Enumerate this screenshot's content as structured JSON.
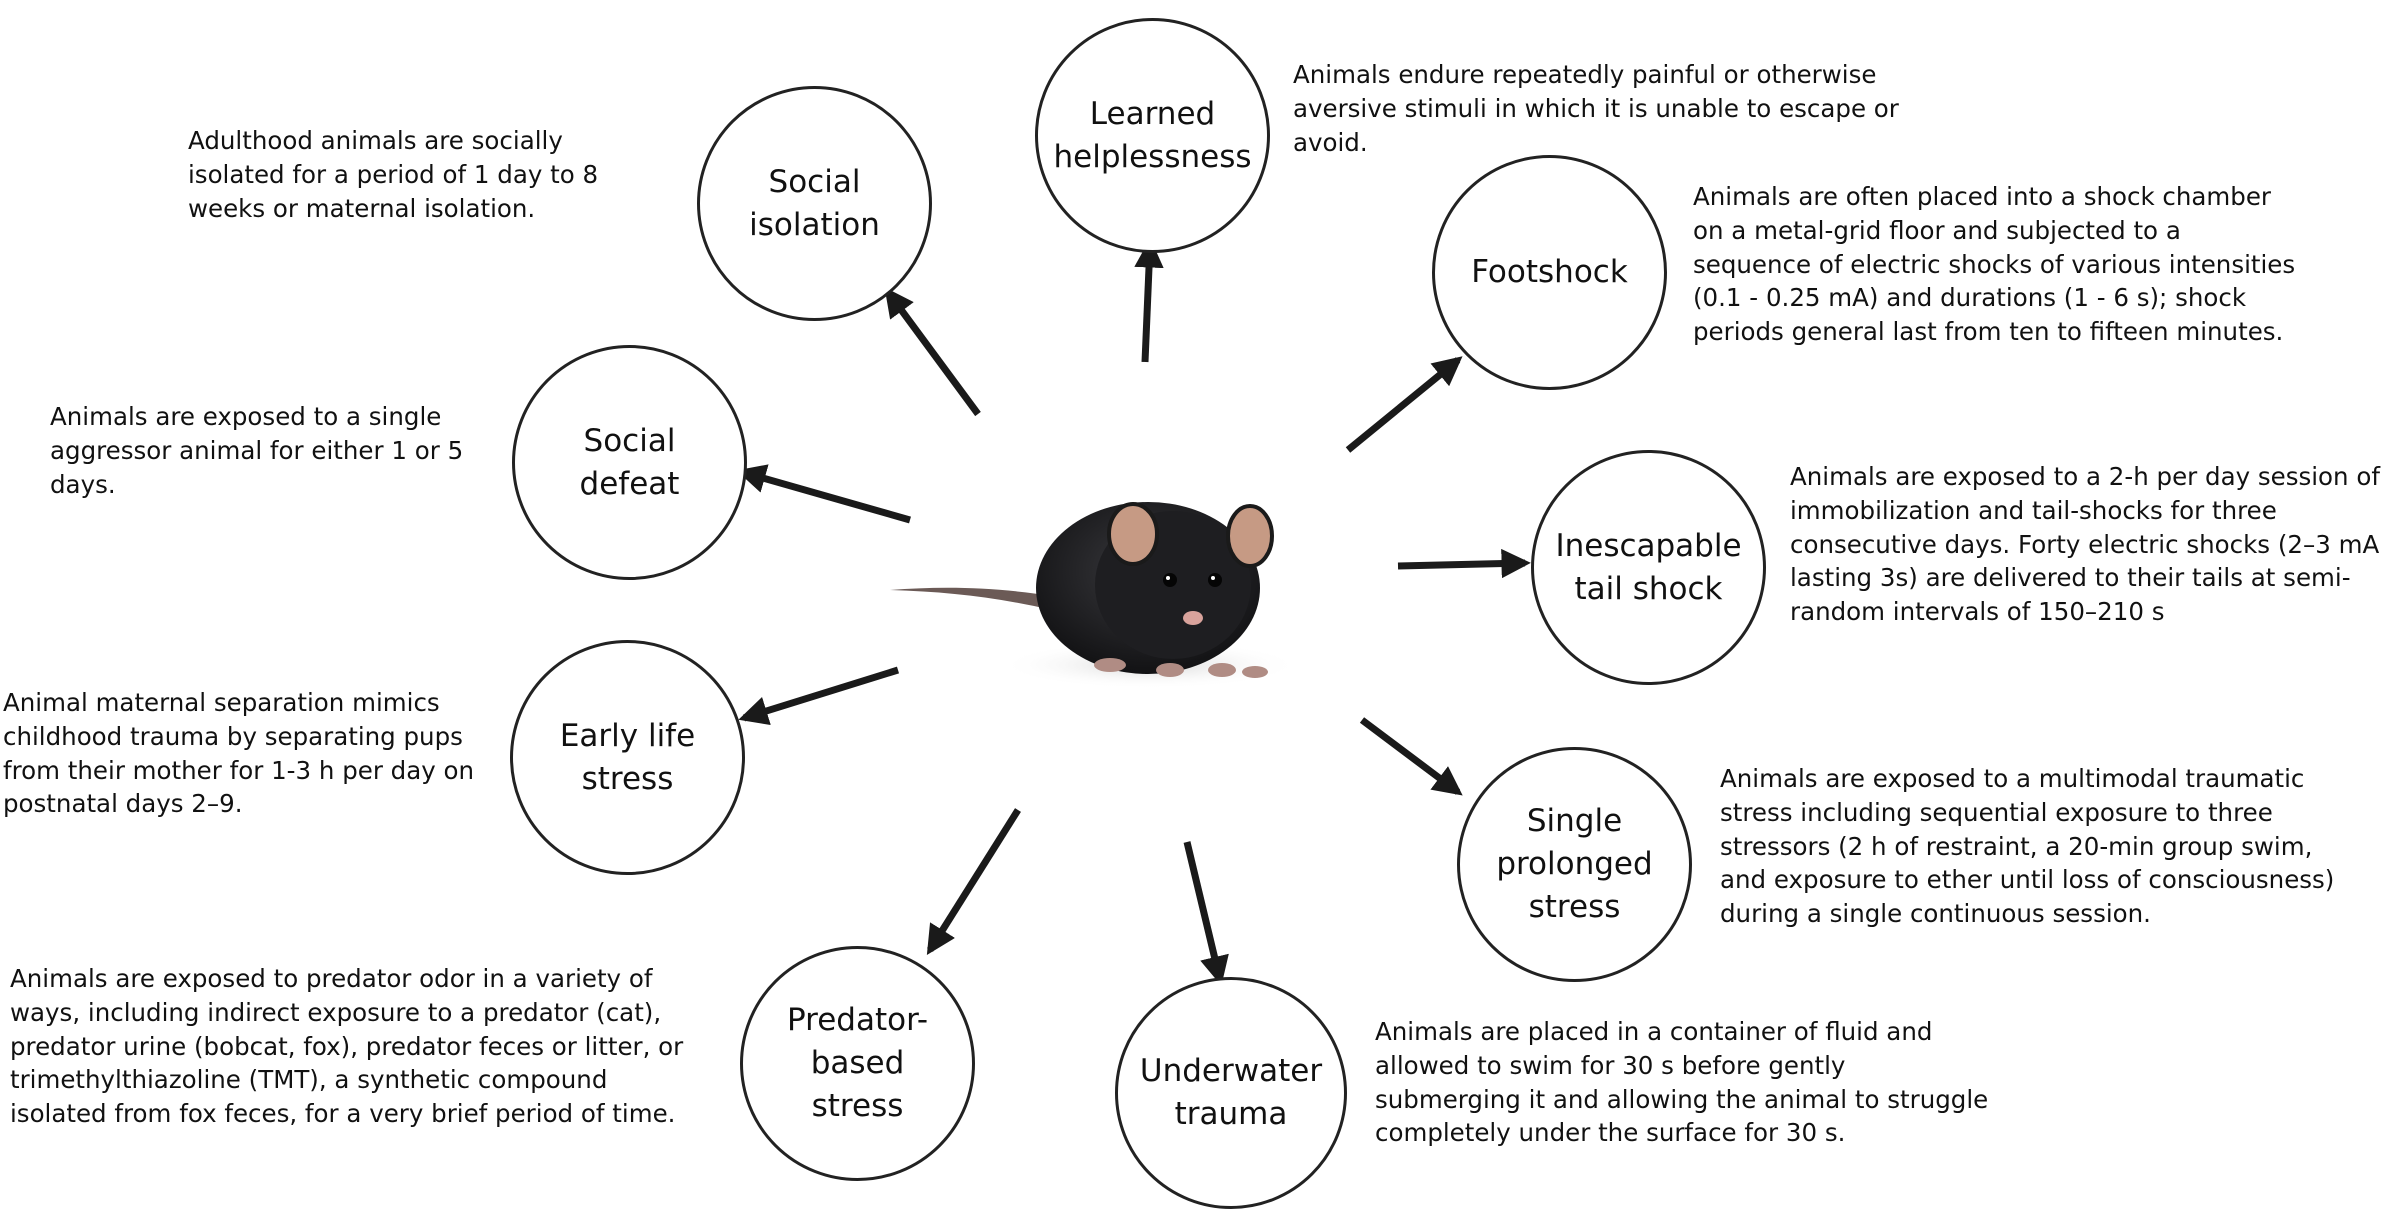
{
  "nodes": [
    {
      "id": "social-isolation",
      "label": "Social\nisolation",
      "description": "Adulthood animals are socially\nisolated for a period of 1 day to 8\nweeks or maternal isolation."
    },
    {
      "id": "learned-helplessness",
      "label": "Learned\nhelplessness",
      "description": "Animals endure repeatedly painful or otherwise\naversive stimuli in which it is unable to escape or\navoid."
    },
    {
      "id": "footshock",
      "label": "Footshock",
      "description": "Animals are often placed into a shock chamber\non a metal-grid floor and subjected to a\nsequence of electric shocks of various intensities\n(0.1 - 0.25 mA) and durations (1 - 6 s); shock\nperiods general last from ten to fifteen minutes."
    },
    {
      "id": "social-defeat",
      "label": "Social\ndefeat",
      "description": "Animals are exposed to a single\naggressor animal for either 1 or 5\ndays."
    },
    {
      "id": "inescapable-tail-shock",
      "label": "Inescapable\ntail shock",
      "description": "Animals are exposed to a 2-h per day session of\nimmobilization and tail-shocks for three\nconsecutive days. Forty electric shocks (2–3 mA\nlasting 3s) are delivered to their tails at semi-\nrandom intervals of 150–210 s"
    },
    {
      "id": "early-life-stress",
      "label": "Early life\nstress",
      "description": "Animal maternal separation mimics\nchildhood trauma by separating pups\nfrom their mother for 1-3 h per day on\npostnatal days 2–9."
    },
    {
      "id": "single-prolonged-stress",
      "label": "Single\nprolonged\nstress",
      "description": "Animals are exposed to a multimodal traumatic\nstress including sequential exposure to three\nstressors (2 h of restraint, a 20-min group swim,\nand exposure to ether until loss of consciousness)\nduring a single continuous session."
    },
    {
      "id": "predator-based-stress",
      "label": "Predator-\nbased\nstress",
      "description": "Animals are exposed to predator odor in a variety of\nways, including indirect exposure to a predator (cat),\npredator urine (bobcat, fox), predator feces or litter, or\ntrimethylthiazoline (TMT), a synthetic compound\nisolated from fox feces, for a very brief period of time."
    },
    {
      "id": "underwater-trauma",
      "label": "Underwater\ntrauma",
      "description": "Animals are placed in a container of fluid and\nallowed to swim for 30 s before gently\nsubmerging it and allowing the animal to struggle\ncompletely under the surface for 30 s."
    }
  ],
  "colors": {
    "stroke": "#1a1a1a",
    "mouse_fur": "#1c1c1e",
    "ear": "#c9a08a"
  }
}
